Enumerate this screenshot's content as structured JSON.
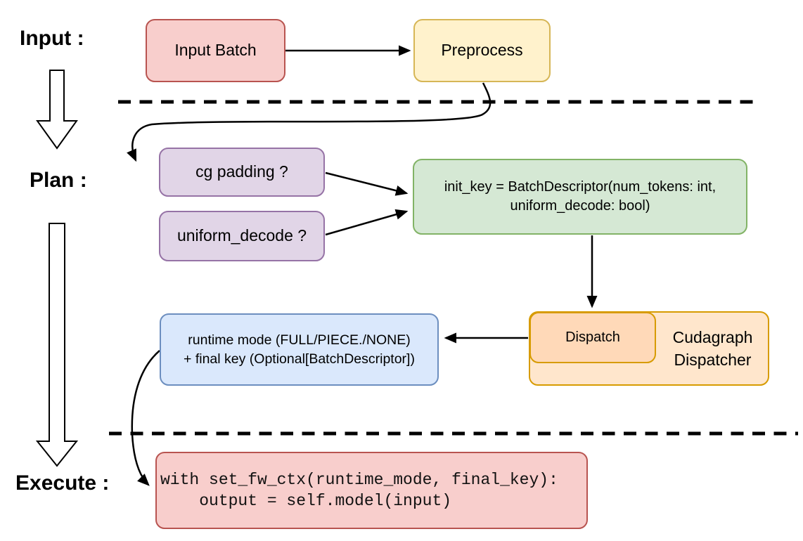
{
  "labels": {
    "input": "Input :",
    "plan": "Plan :",
    "execute": "Execute :"
  },
  "nodes": {
    "input_batch": {
      "label": "Input Batch"
    },
    "preprocess": {
      "label": "Preprocess"
    },
    "cg_padding": {
      "label": "cg padding ?"
    },
    "uniform_decode": {
      "label": "uniform_decode ?"
    },
    "init_key": {
      "line1": "init_key = BatchDescriptor(num_tokens: int,",
      "line2": "uniform_decode: bool)"
    },
    "runtime_result": {
      "line1": "runtime mode (FULL/PIECE./NONE)",
      "line2": "+ final key (Optional[BatchDescriptor])"
    },
    "dispatch": {
      "label": "Dispatch"
    },
    "cudagraph_dispatcher": {
      "line1": "Cudagraph",
      "line2": "Dispatcher"
    },
    "execute_code": {
      "line1": "with set_fw_ctx(runtime_mode, final_key):",
      "line2": "    output = self.model(input)"
    }
  },
  "colors": {
    "red_fill": "#f8cecc",
    "red_stroke": "#b85450",
    "yellow_fill": "#fff2cc",
    "yellow_stroke": "#d6b656",
    "purple_fill": "#e1d5e7",
    "purple_stroke": "#9673a6",
    "green_fill": "#d5e8d4",
    "green_stroke": "#82b366",
    "blue_fill": "#dae8fc",
    "blue_stroke": "#6c8ebf",
    "orange_fill": "#ffe6cc",
    "orange_inner_fill": "#ffd9b8",
    "orange_stroke": "#d79b00",
    "line_color": "#000000"
  }
}
